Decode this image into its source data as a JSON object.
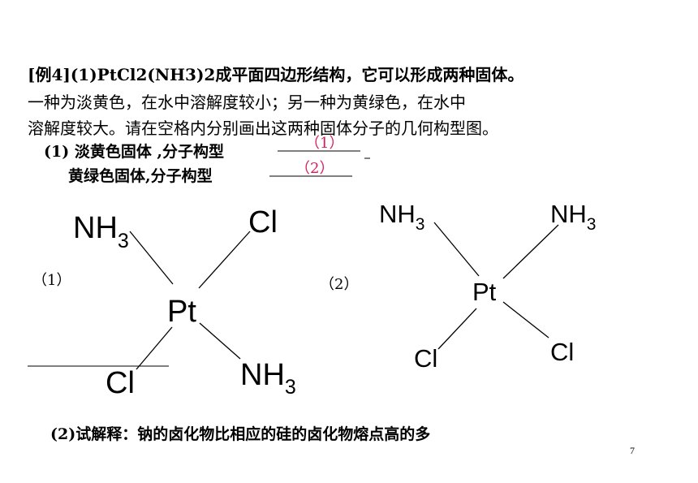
{
  "question": {
    "line1": "[例4](1)PtCl2(NH3)2成平面四边形结构，它可以形成两种固体。",
    "line2": "一种为淡黄色，在水中溶解度较小；另一种为黄绿色，在水中",
    "line3": "溶解度较大。请在空格内分别画出这两种固体分子的几何构型图。",
    "q1": "(1) 淡黄色固体 ,分子构型",
    "q2": "黄绿色固体,分子构型",
    "blank1": "（1）",
    "blank2": "（2）",
    "q3": "(2)试解释：钠的卤化物比相应的硅的卤化物熔点高的多"
  },
  "structures": {
    "left": {
      "label": "（1）",
      "center": "Pt",
      "top_left_main": "NH",
      "top_left_sub": "3",
      "top_right": "Cl",
      "bottom_left": "Cl",
      "bottom_right_main": "NH",
      "bottom_right_sub": "3"
    },
    "right": {
      "label": "（2）",
      "center": "Pt",
      "top_left_main": "NH",
      "top_left_sub": "3",
      "top_right_main": "NH",
      "top_right_sub": "3",
      "bottom_left": "Cl",
      "bottom_right": "Cl"
    }
  },
  "page_number": "7",
  "colors": {
    "blank_text": "#d81b60"
  }
}
